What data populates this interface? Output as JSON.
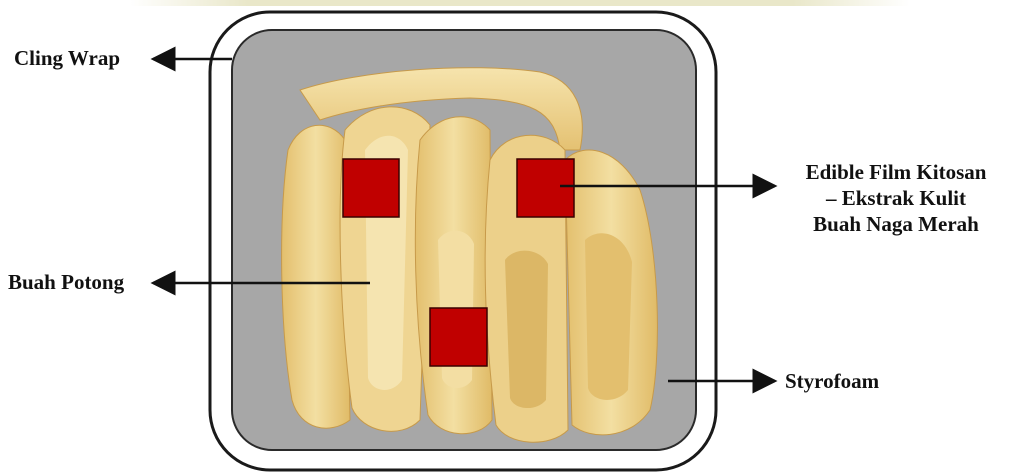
{
  "labels": {
    "cling_wrap": "Cling Wrap",
    "buah_potong": "Buah Potong",
    "edible_film_line1": "Edible Film Kitosan",
    "edible_film_line2": "– Ekstrak Kulit",
    "edible_film_line3": "Buah Naga Merah",
    "styrofoam": "Styrofoam"
  },
  "colors": {
    "tray_fill": "#a7a7a7",
    "tray_border": "#1a1a1a",
    "marker_fill": "#c00000",
    "marker_border": "#3a0000",
    "fruit_light": "#f1dd9e",
    "fruit_mid": "#e8c879",
    "fruit_dark": "#c99a45",
    "arrow": "#111111"
  }
}
